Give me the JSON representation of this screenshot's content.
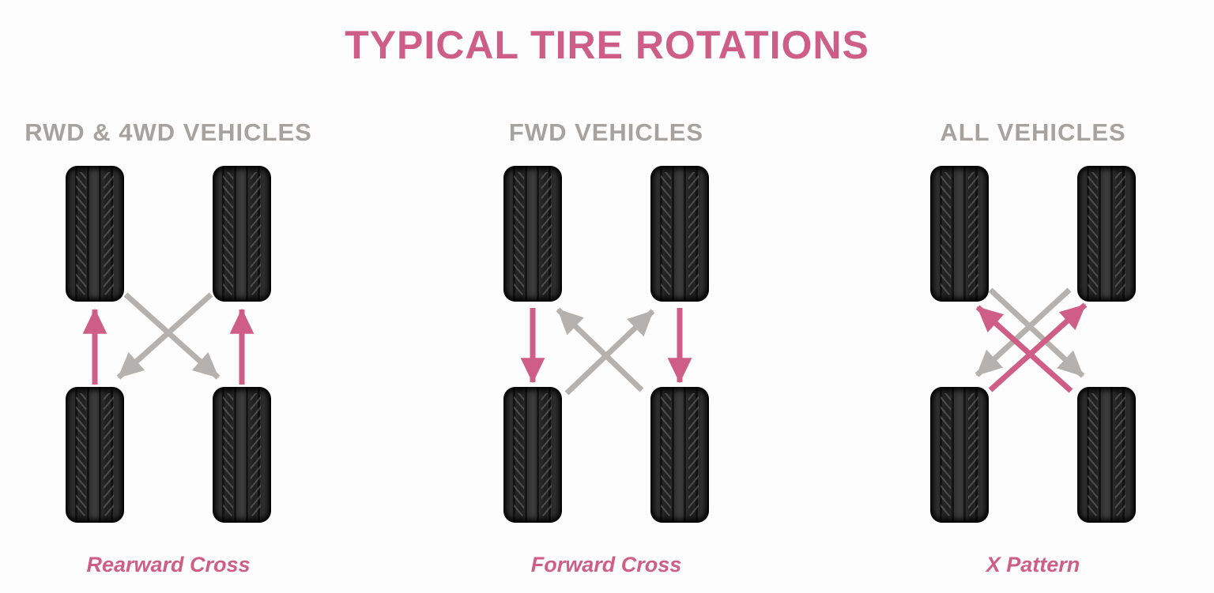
{
  "title": "TYPICAL TIRE ROTATIONS",
  "colors": {
    "pink": "#cf5e86",
    "gray_text": "#a6a29f",
    "gray_arrow": "#b5b1ae",
    "tire": "#222222",
    "background": "#fdfdfd"
  },
  "tire_positions": [
    "front-left",
    "front-right",
    "rear-left",
    "rear-right"
  ],
  "panels": [
    {
      "id": "rwd-4wd",
      "heading": "RWD & 4WD VEHICLES",
      "caption": "Rearward Cross",
      "arrows": [
        {
          "color": "pink",
          "from": "rear-left",
          "to": "front-left",
          "path": "straight-up"
        },
        {
          "color": "pink",
          "from": "rear-right",
          "to": "front-right",
          "path": "straight-up"
        },
        {
          "color": "gray",
          "from": "front-left",
          "to": "rear-right",
          "path": "cross-down"
        },
        {
          "color": "gray",
          "from": "front-right",
          "to": "rear-left",
          "path": "cross-down"
        }
      ]
    },
    {
      "id": "fwd",
      "heading": "FWD VEHICLES",
      "caption": "Forward Cross",
      "arrows": [
        {
          "color": "pink",
          "from": "front-left",
          "to": "rear-left",
          "path": "straight-down"
        },
        {
          "color": "pink",
          "from": "front-right",
          "to": "rear-right",
          "path": "straight-down"
        },
        {
          "color": "gray",
          "from": "rear-right",
          "to": "front-left",
          "path": "cross-up"
        },
        {
          "color": "gray",
          "from": "rear-left",
          "to": "front-right",
          "path": "cross-up"
        }
      ]
    },
    {
      "id": "all",
      "heading": "ALL VEHICLES",
      "caption": "X Pattern",
      "arrows": [
        {
          "color": "gray",
          "from": "front-left",
          "to": "rear-right",
          "path": "cross-down"
        },
        {
          "color": "gray",
          "from": "front-right",
          "to": "rear-left",
          "path": "cross-down"
        },
        {
          "color": "pink",
          "from": "rear-right",
          "to": "front-left",
          "path": "cross-up"
        },
        {
          "color": "pink",
          "from": "rear-left",
          "to": "front-right",
          "path": "cross-up"
        }
      ]
    }
  ]
}
